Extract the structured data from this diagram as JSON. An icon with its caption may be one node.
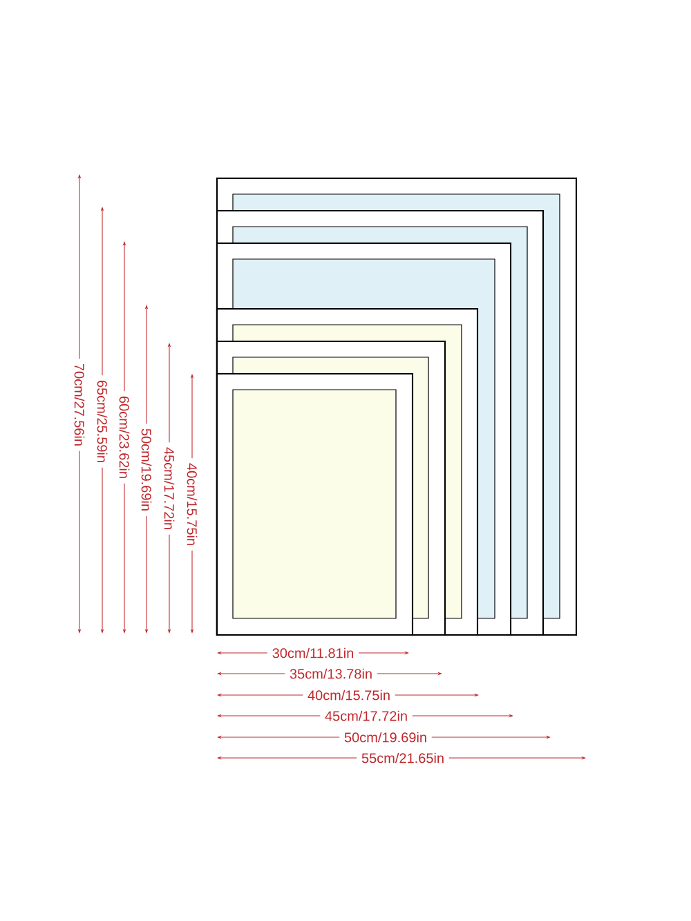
{
  "diagram": {
    "labels": [
      "70cm/27.56in",
      "65cm/25.59in",
      "60cm/23.62in",
      "50cm/19.69in",
      "45cm/17.72in",
      "40cm/15.75in",
      "30cm/11.81in",
      "35cm/13.78in",
      "40cm/15.75in",
      "45cm/17.72in",
      "50cm/19.69in",
      "55cm/21.65in"
    ]
  }
}
